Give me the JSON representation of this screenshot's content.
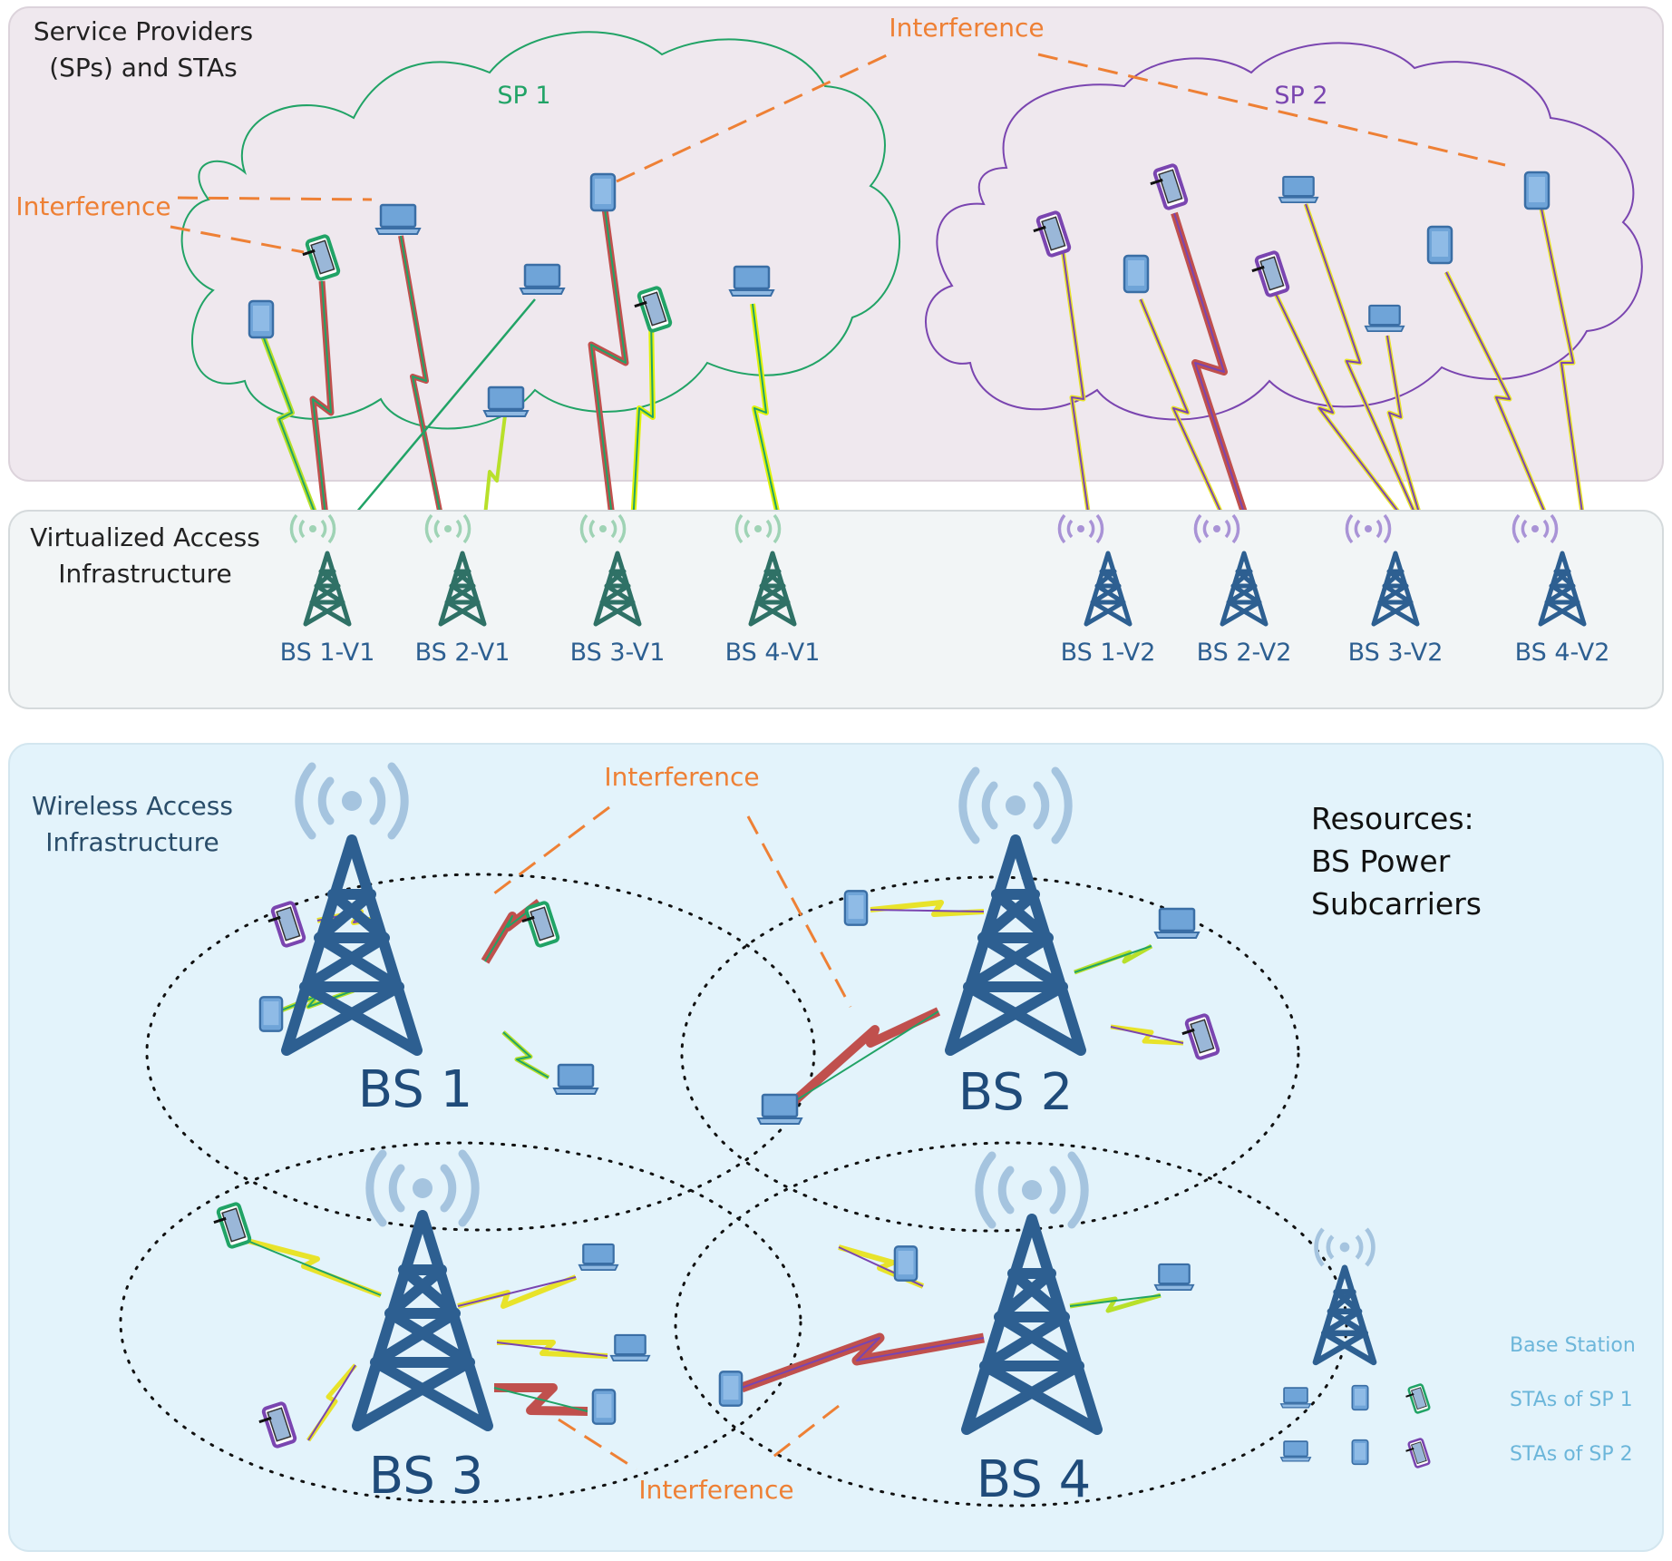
{
  "colors": {
    "sp_panel_bg": "#efe8ee",
    "virt_panel_bg": "#f2f5f6",
    "wireless_panel_bg": "#e3f3fb",
    "sp1": "#21a366",
    "sp2": "#7a45b0",
    "interference": "#ee8035",
    "tower": "#2d5f91",
    "tower_virtual_sp1": "#2f7166",
    "wave_light": "#a5c4df",
    "device_fill": "#6fa4d8",
    "legend_text": "#6cb6da"
  },
  "sp_panel": {
    "title_line1": "Service Providers",
    "title_line2": "(SPs) and STAs",
    "sp1_label": "SP 1",
    "sp2_label": "SP 2",
    "interference_top": "Interference",
    "interference_left": "Interference"
  },
  "virtual_panel": {
    "title_line1": "Virtualized Access",
    "title_line2": "Infrastructure",
    "stations_sp1": [
      "BS 1-V1",
      "BS 2-V1",
      "BS 3-V1",
      "BS 4-V1"
    ],
    "stations_sp2": [
      "BS 1-V2",
      "BS 2-V2",
      "BS 3-V2",
      "BS 4-V2"
    ]
  },
  "wireless_panel": {
    "title_line1": "Wireless Access",
    "title_line2": "Infrastructure",
    "resources_title": "Resources:",
    "resources_items": [
      "BS Power",
      "Subcarriers"
    ],
    "stations": [
      "BS 1",
      "BS 2",
      "BS 3",
      "BS 4"
    ],
    "interference_top": "Interference",
    "interference_bottom": "Interference"
  },
  "legend": {
    "base_station": "Base Station",
    "stas_sp1": "STAs of SP 1",
    "stas_sp2": "STAs of SP 2"
  }
}
